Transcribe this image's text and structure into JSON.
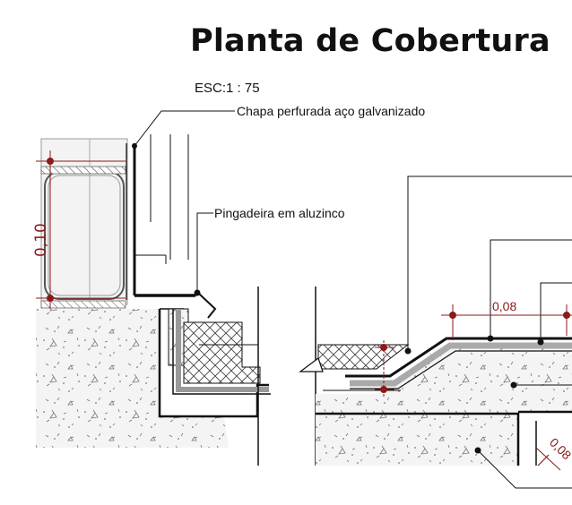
{
  "title": "Planta de Cobertura",
  "scale": "ESC:1 : 75",
  "labels": {
    "chapa": "Chapa perfurada aço galvanizado",
    "pingadeira": "Pingadeira em aluzinco"
  },
  "dimensions": {
    "height_left": "0,10",
    "width_right": "0,08",
    "diagonal": "0,08"
  },
  "colors": {
    "line": "#111111",
    "dimension": "#8b1a1a",
    "concrete": "#f2f2f2",
    "insulation": "#dcdcdc"
  }
}
